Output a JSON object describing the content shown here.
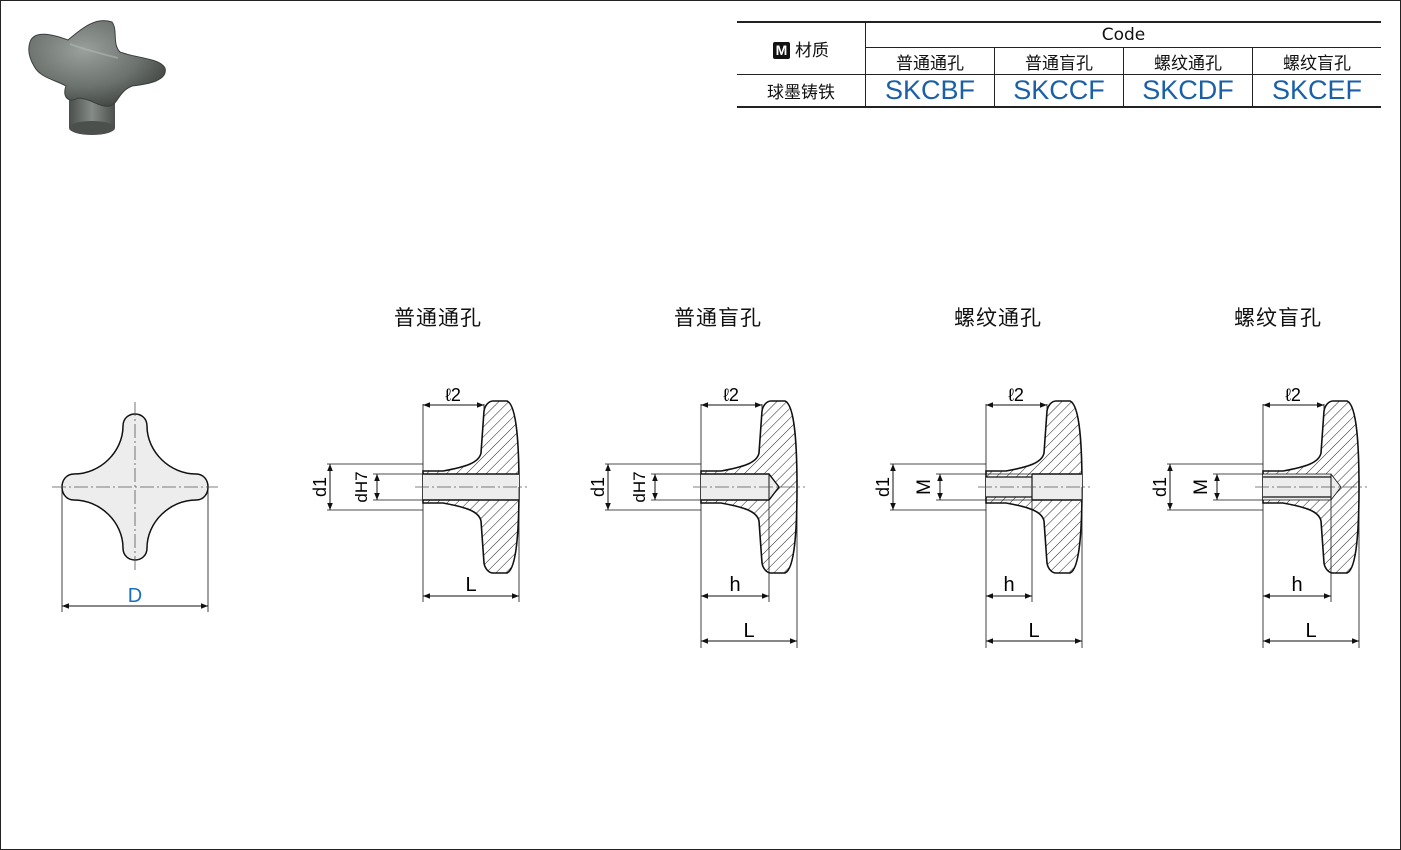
{
  "table": {
    "material_header": "材质",
    "material_badge": "M",
    "code_header": "Code",
    "columns": [
      "普通通孔",
      "普通盲孔",
      "螺纹通孔",
      "螺纹盲孔"
    ],
    "material": "球墨铸铁",
    "codes": [
      "SKCBF",
      "SKCCF",
      "SKCDF",
      "SKCEF"
    ]
  },
  "views": {
    "v1": {
      "title": "普通通孔",
      "l2": "ℓ2",
      "d1": "d1",
      "d": "dH7",
      "L": "L"
    },
    "v2": {
      "title": "普通盲孔",
      "l2": "ℓ2",
      "d1": "d1",
      "d": "dH7",
      "h": "h",
      "L": "L"
    },
    "v3": {
      "title": "螺纹通孔",
      "l2": "ℓ2",
      "d1": "d1",
      "M": "M",
      "h": "h",
      "L": "L"
    },
    "v4": {
      "title": "螺纹盲孔",
      "l2": "ℓ2",
      "d1": "d1",
      "M": "M",
      "h": "h",
      "L": "L"
    }
  },
  "front_view": {
    "dim_label": "D"
  },
  "colors": {
    "code_blue": "#1a5fa8",
    "dim_blue": "#1a6fbf",
    "part_fill": "#ededed"
  }
}
